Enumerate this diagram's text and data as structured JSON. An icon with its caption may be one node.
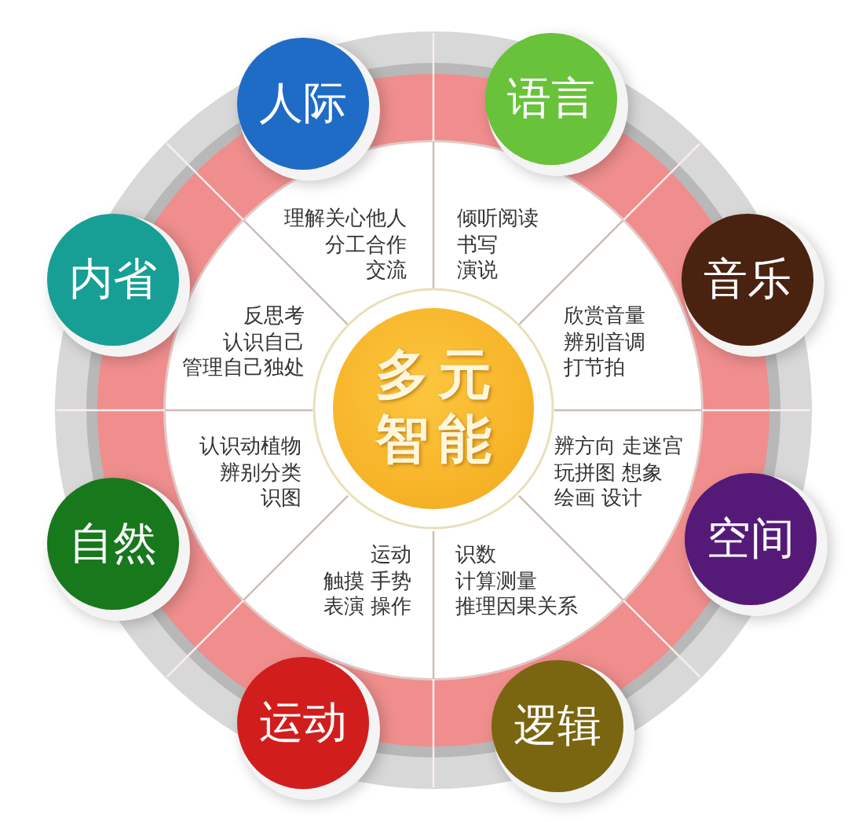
{
  "diagram": {
    "nodes": [
      {
        "text": [
          "人际"
        ],
        "beside": [
          "理解关心他人",
          "分工合作",
          "交流"
        ]
      },
      {
        "text": [
          "语言"
        ],
        "beside": [
          "倾听阅读",
          "书写",
          "演说"
        ]
      },
      {
        "text": [
          "内省"
        ],
        "beside": [
          "反思考",
          "认识自己",
          "管理自己独处"
        ]
      },
      {
        "text": [
          "音乐"
        ],
        "beside": [
          "欣赏音量",
          "辨别音调",
          "打节拍"
        ]
      },
      {
        "text": [
          "多元智能"
        ]
      },
      {
        "text": [
          "自然"
        ],
        "beside": [
          "认识动植物",
          "辨别分类",
          "识图"
        ]
      },
      {
        "text": [
          "空间"
        ],
        "beside": [
          "辨方向 走迷宫",
          "玩拼图 想象",
          "绘画 设计"
        ]
      },
      {
        "text": [
          "运动"
        ],
        "beside": [
          "运动",
          "触摸 手势",
          "表演 操作"
        ]
      },
      {
        "text": [
          "逻辑"
        ],
        "beside": [
          "识数",
          "计算测量",
          "推理因果关系"
        ]
      }
    ]
  }
}
